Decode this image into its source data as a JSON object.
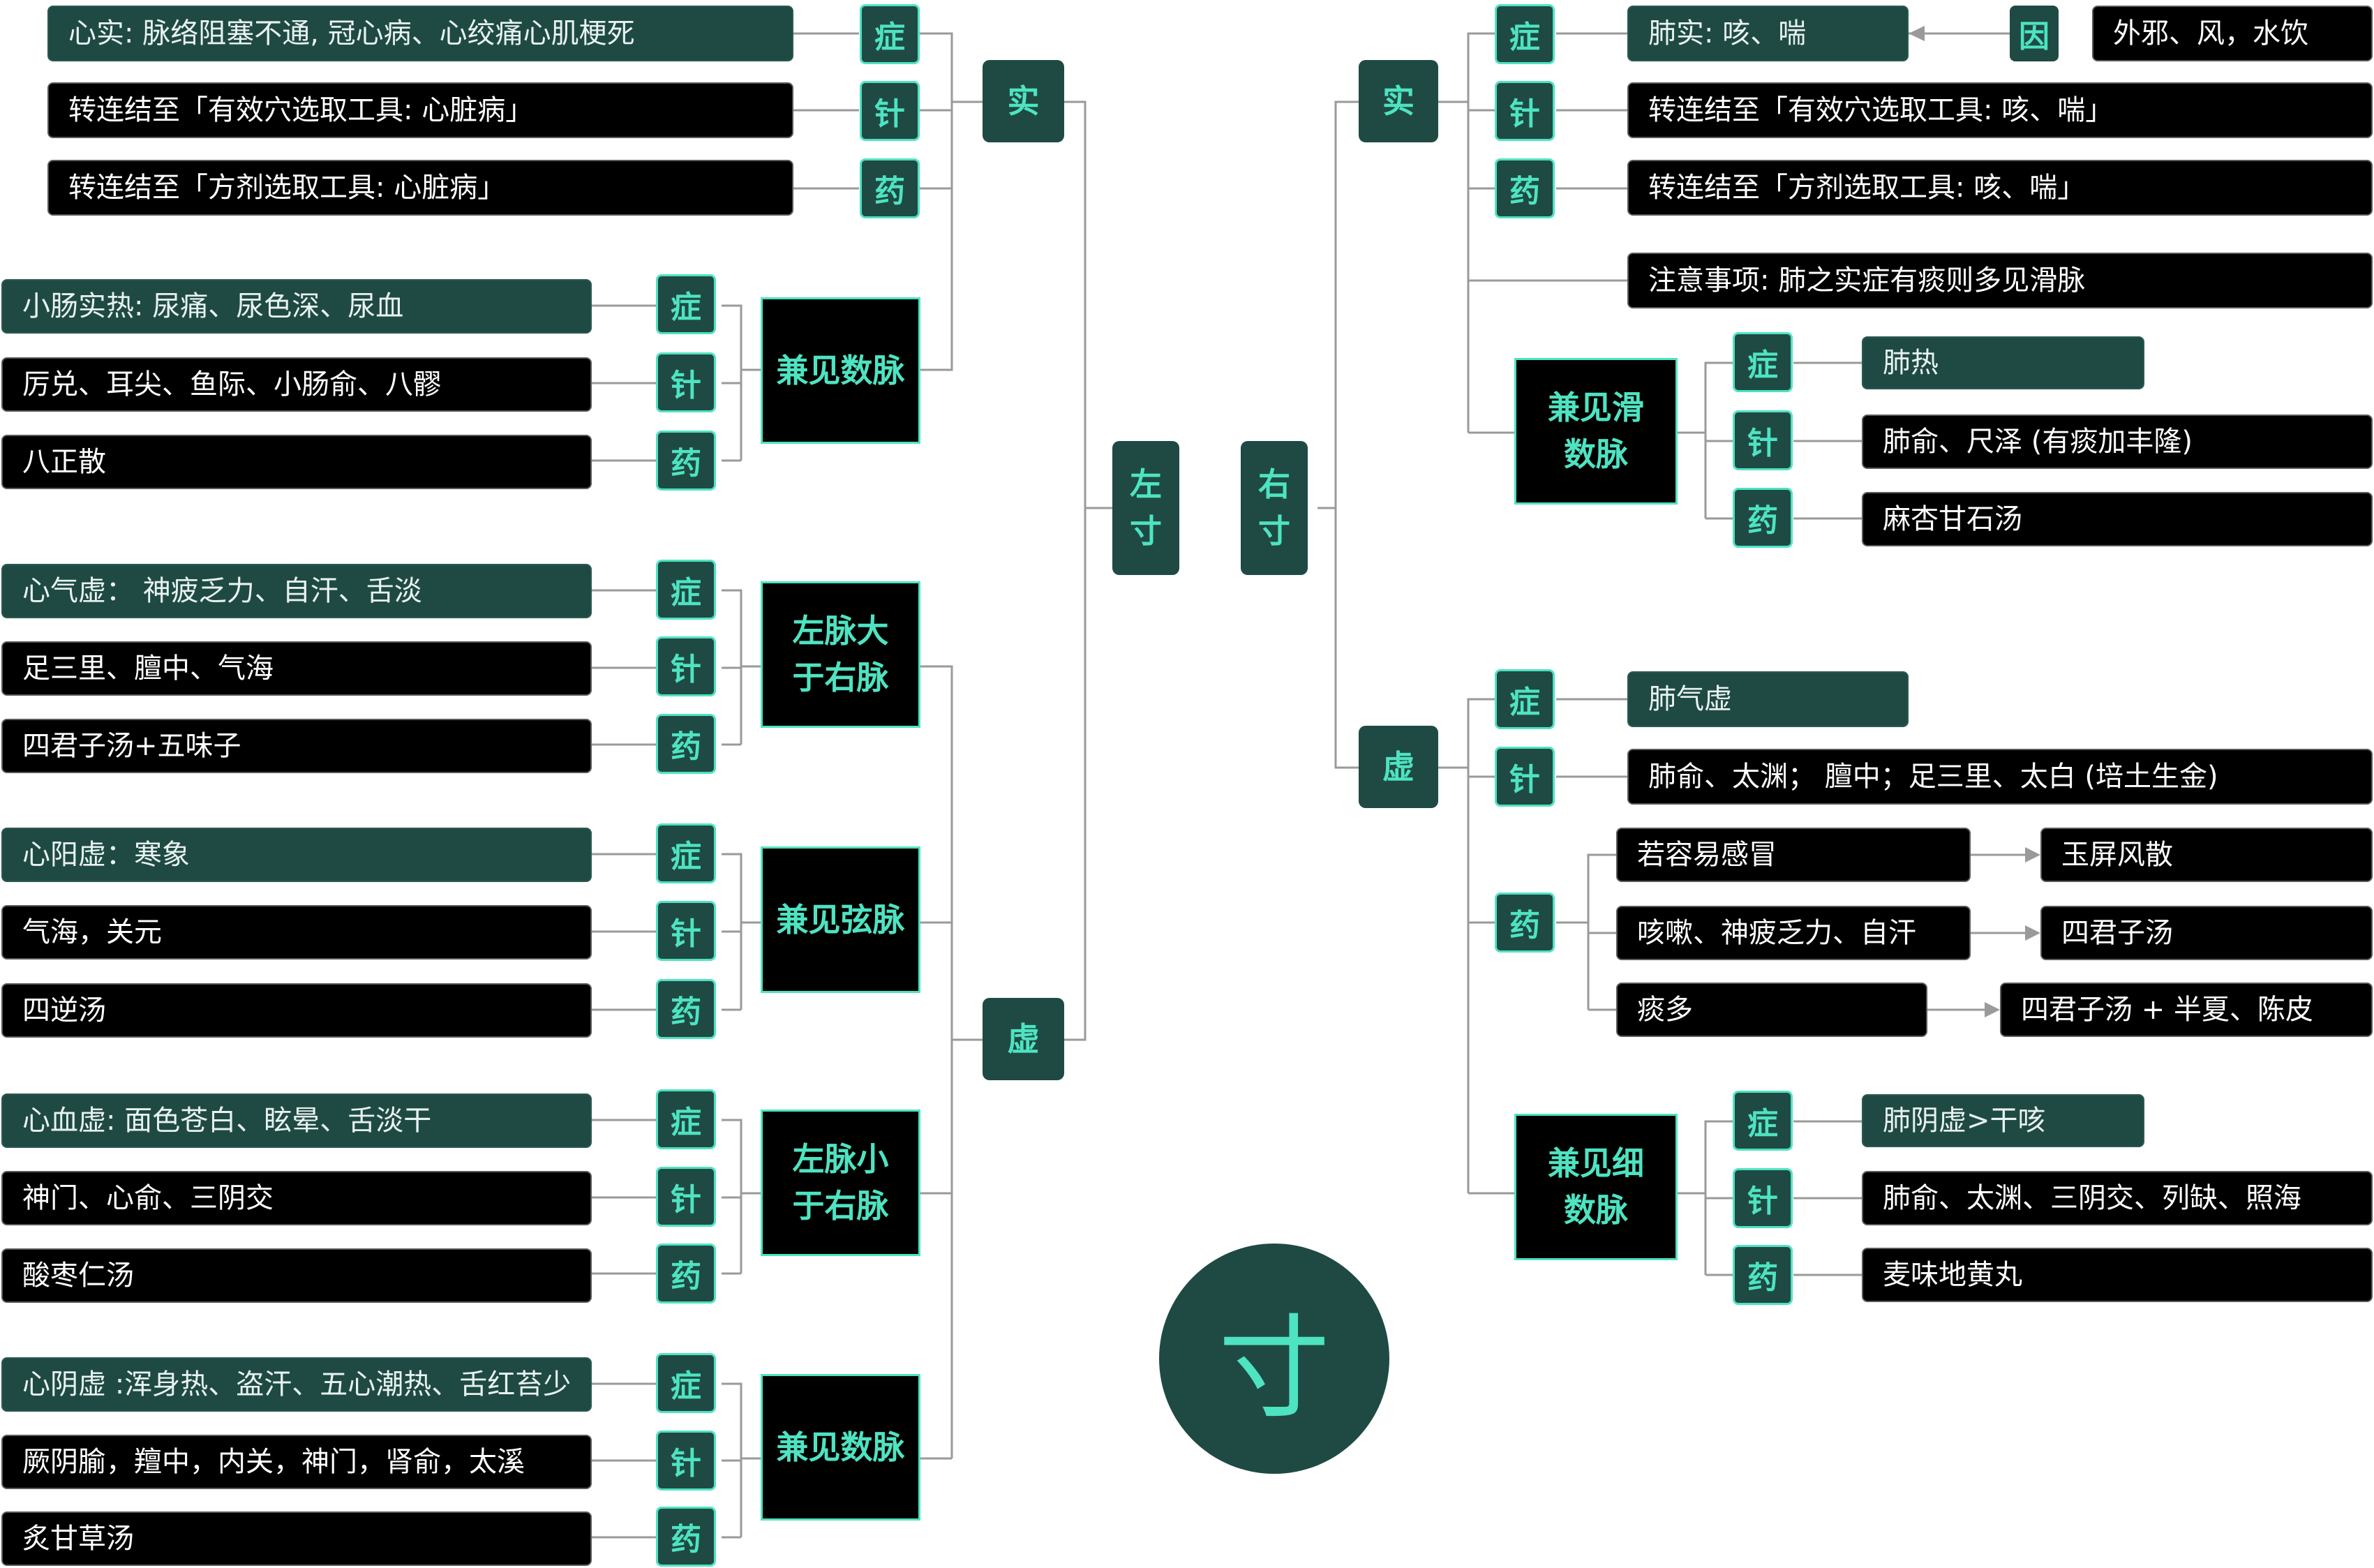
{
  "labels": {
    "zheng": "症",
    "zhen": "针",
    "yao": "药",
    "yin": "因"
  },
  "center": "寸",
  "left": {
    "root": "左\n寸",
    "shi": "实",
    "xu": "虚",
    "shi_items": {
      "zheng": "心实: 脉络阻塞不通, 冠心病、心绞痛心肌梗死",
      "zhen": "转连结至「有效穴选取工具: 心脏病」",
      "yao": "转连结至「方剂选取工具: 心脏病」"
    },
    "shi_group": {
      "title": "兼见数脉",
      "zheng": "小肠实热: 尿痛、尿色深、尿血",
      "zhen": "厉兑、耳尖、鱼际、小肠俞、八髎",
      "yao": "八正散"
    },
    "xu_groups": [
      {
        "title": "左脉大\n于右脉",
        "zheng": "心气虚：  神疲乏力、自汗、舌淡",
        "zhen": "足三里、膻中、气海",
        "yao": "四君子汤+五味子"
      },
      {
        "title": "兼见弦脉",
        "zheng": "心阳虚：寒象",
        "zhen": "气海，关元",
        "yao": "四逆汤"
      },
      {
        "title": "左脉小\n于右脉",
        "zheng": "心血虚:  面色苍白、眩晕、舌淡干",
        "zhen": "神门、心俞、三阴交",
        "yao": "酸枣仁汤"
      },
      {
        "title": "兼见数脉",
        "zheng": "心阴虚 :浑身热、盗汗、五心潮热、舌红苔少",
        "zhen": "厥阴腧，羶中，内关，神门，肾俞，太溪",
        "yao": "炙甘草汤"
      }
    ]
  },
  "right": {
    "root": "右\n寸",
    "shi": "实",
    "xu": "虚",
    "shi_items": {
      "zheng": "肺实: 咳、喘",
      "cause": "外邪、风，水饮",
      "zhen": "转连结至「有效穴选取工具: 咳、喘」",
      "yao": "转连结至「方剂选取工具: 咳、喘」",
      "note": "注意事项: 肺之实症有痰则多见滑脉"
    },
    "shi_group": {
      "title": "兼见滑\n数脉",
      "zheng": "肺热",
      "zhen": "肺俞、尺泽 (有痰加丰隆)",
      "yao": "麻杏甘石汤"
    },
    "xu_items": {
      "zheng": "肺气虚",
      "zhen": "肺俞、太渊；  膻中；足三里、太白 (培土生金)",
      "yao_rows": [
        {
          "cond": "若容易感冒",
          "formula": "玉屏风散"
        },
        {
          "cond": "咳嗽、神疲乏力、自汗",
          "formula": "四君子汤"
        },
        {
          "cond": "痰多",
          "formula": "四君子汤   + 半夏、陈皮"
        }
      ]
    },
    "xu_group": {
      "title": "兼见细\n数脉",
      "zheng": "肺阴虚>干咳",
      "zhen": "肺俞、太渊、三阴交、列缺、照海",
      "yao": "麦味地黄丸"
    }
  }
}
